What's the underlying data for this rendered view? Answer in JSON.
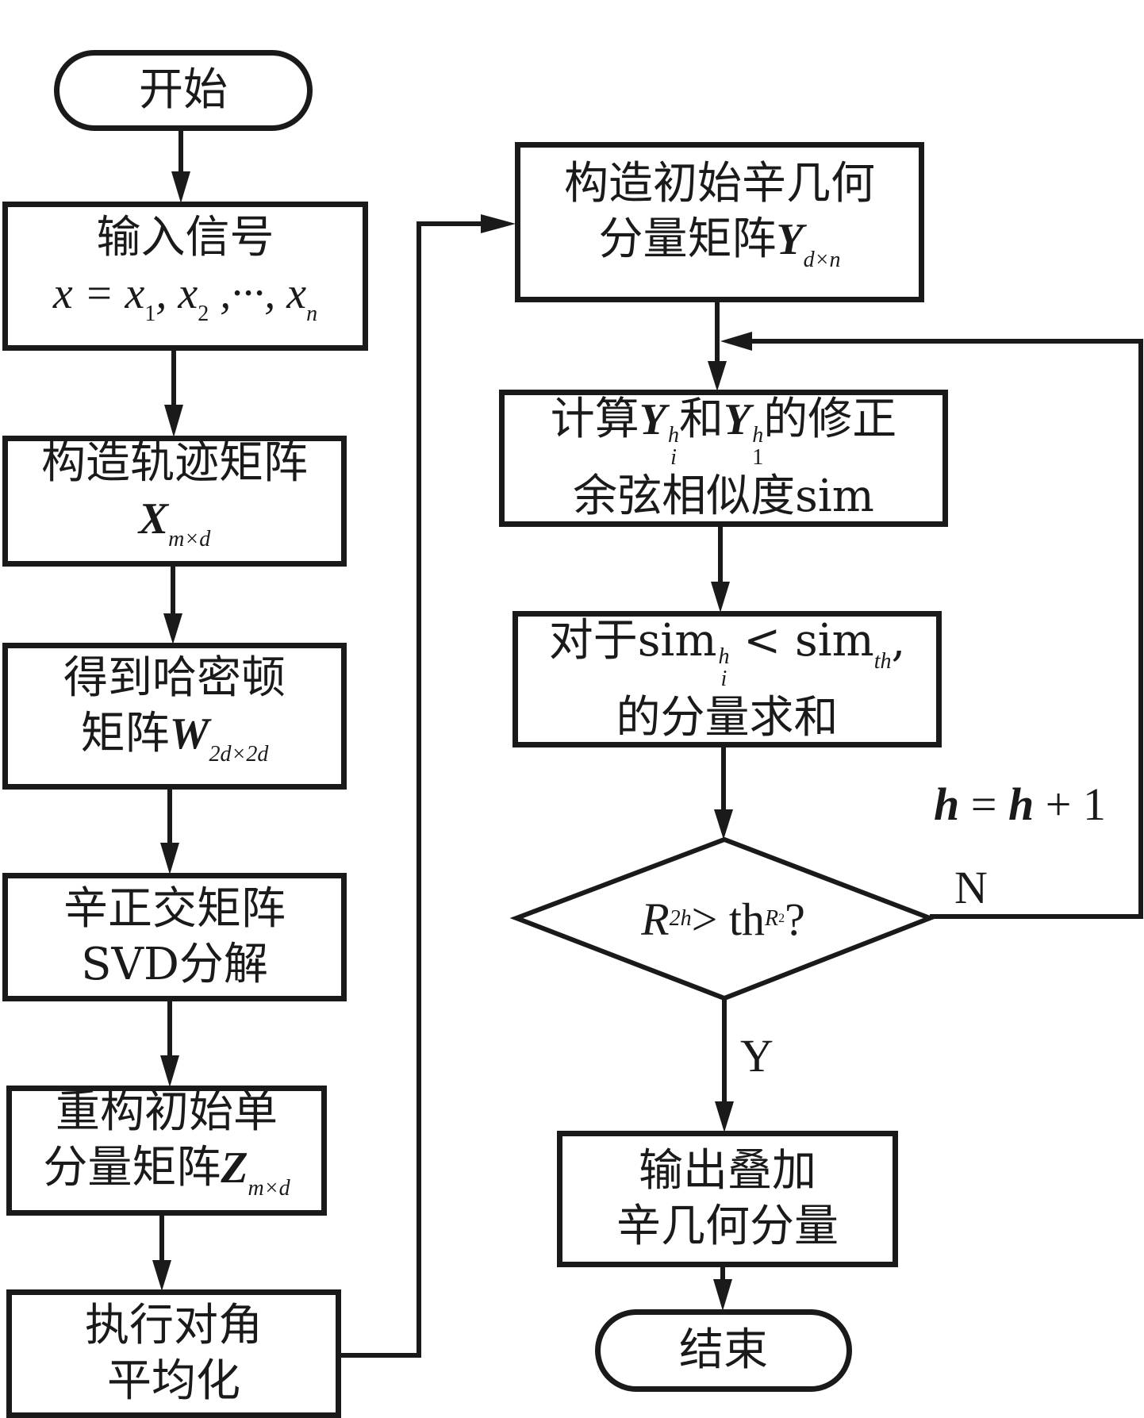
{
  "diagram": {
    "type": "flowchart",
    "colors": {
      "stroke": "#1a1a1a",
      "background": "#ffffff"
    },
    "nodes": {
      "start": {
        "label": "开始"
      },
      "input": {
        "line1": "输入信号",
        "eq": "x = x",
        "s1": "1",
        "sep1": ", x",
        "s2": "2",
        "sep2": " ,···, x",
        "sn": "n"
      },
      "trajectory": {
        "line1": "构造轨迹矩阵",
        "sym": "X",
        "sub": "m×d"
      },
      "hamilton": {
        "line1": "得到哈密顿",
        "line2": "矩阵",
        "sym": "W",
        "sub": "2d×2d"
      },
      "svd": {
        "line1": "辛正交矩阵",
        "line2": "SVD分解"
      },
      "reconstruct": {
        "line1": "重构初始单",
        "line2": "分量矩阵",
        "sym": "Z",
        "sub": "m×d"
      },
      "diag_avg": {
        "line1": "执行对角",
        "line2": "平均化"
      },
      "construct_y": {
        "line1": "构造初始辛几何",
        "line2": "分量矩阵",
        "sym": "Y",
        "sub": "d×n"
      },
      "similarity": {
        "pre": "计算",
        "y1": "Y",
        "y1_sup": "h",
        "y1_sub": "i",
        "mid": "和",
        "y2": "Y",
        "y2_sup": "h",
        "y2_sub": "1",
        "post": "的修正",
        "line2": "余弦相似度sim"
      },
      "sum": {
        "pre": "对于sim",
        "sup": "h",
        "sub": "i",
        "mid": " < sim",
        "th": "th",
        "post": ",",
        "line2": "的分量求和"
      },
      "decision": {
        "r": "R",
        "r_sup": "2h",
        "op": " > th",
        "th_sub_r": "R",
        "th_sub_sup": "2",
        "q": "?"
      },
      "output": {
        "line1": "输出叠加",
        "line2": "辛几何分量"
      },
      "end": {
        "label": "结束"
      }
    },
    "edge_labels": {
      "yes": "Y",
      "no": "N",
      "increment": {
        "h1": "h",
        "eq": " = ",
        "h2": "h",
        "rest": " + 1"
      }
    },
    "edges": [
      {
        "from": "start",
        "to": "input"
      },
      {
        "from": "input",
        "to": "trajectory"
      },
      {
        "from": "trajectory",
        "to": "hamilton"
      },
      {
        "from": "hamilton",
        "to": "svd"
      },
      {
        "from": "svd",
        "to": "reconstruct"
      },
      {
        "from": "reconstruct",
        "to": "diag_avg"
      },
      {
        "from": "diag_avg",
        "to": "construct_y"
      },
      {
        "from": "construct_y",
        "to": "similarity"
      },
      {
        "from": "similarity",
        "to": "sum"
      },
      {
        "from": "sum",
        "to": "decision"
      },
      {
        "from": "decision",
        "to": "output",
        "label": "Y"
      },
      {
        "from": "decision",
        "to": "similarity",
        "label": "N"
      },
      {
        "from": "output",
        "to": "end"
      }
    ]
  }
}
